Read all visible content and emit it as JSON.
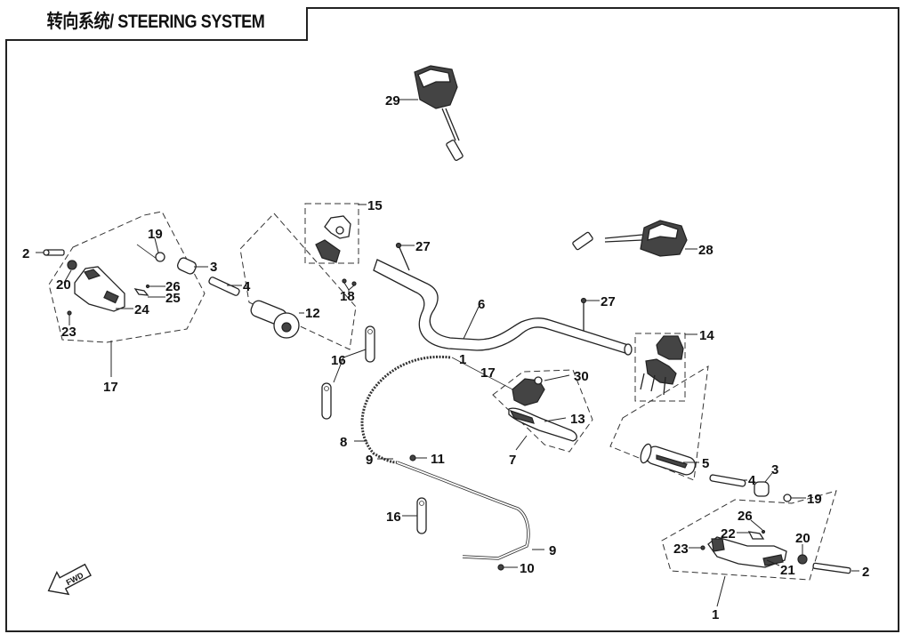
{
  "title": "转向系统/ STEERING SYSTEM",
  "direction_marker": "FWD",
  "colors": {
    "line": "#222222",
    "background": "#ffffff"
  },
  "callouts": [
    {
      "id": "c2-left",
      "text": "2"
    },
    {
      "id": "c19-left",
      "text": "19"
    },
    {
      "id": "c3-left",
      "text": "3"
    },
    {
      "id": "c20-left",
      "text": "20"
    },
    {
      "id": "c26-left",
      "text": "26"
    },
    {
      "id": "c25-left",
      "text": "25"
    },
    {
      "id": "c24-left",
      "text": "24"
    },
    {
      "id": "c23-left",
      "text": "23"
    },
    {
      "id": "c17-left",
      "text": "17"
    },
    {
      "id": "c4-left",
      "text": "4"
    },
    {
      "id": "c12",
      "text": "12"
    },
    {
      "id": "c15",
      "text": "15"
    },
    {
      "id": "c18",
      "text": "18"
    },
    {
      "id": "c16-top",
      "text": "16"
    },
    {
      "id": "c27-left",
      "text": "27"
    },
    {
      "id": "c29",
      "text": "29"
    },
    {
      "id": "c6",
      "text": "6"
    },
    {
      "id": "c27-right",
      "text": "27"
    },
    {
      "id": "c28",
      "text": "28"
    },
    {
      "id": "c14",
      "text": "14"
    },
    {
      "id": "c1-cable",
      "text": "1"
    },
    {
      "id": "c17-cable",
      "text": "17"
    },
    {
      "id": "c30",
      "text": "30"
    },
    {
      "id": "c13",
      "text": "13"
    },
    {
      "id": "c7",
      "text": "7"
    },
    {
      "id": "c8",
      "text": "8"
    },
    {
      "id": "c9-top",
      "text": "9"
    },
    {
      "id": "c11",
      "text": "11"
    },
    {
      "id": "c16-bottom",
      "text": "16"
    },
    {
      "id": "c9-bottom",
      "text": "9"
    },
    {
      "id": "c10",
      "text": "10"
    },
    {
      "id": "c5",
      "text": "5"
    },
    {
      "id": "c4-right",
      "text": "4"
    },
    {
      "id": "c3-right",
      "text": "3"
    },
    {
      "id": "c19-right",
      "text": "19"
    },
    {
      "id": "c26-right",
      "text": "26"
    },
    {
      "id": "c22",
      "text": "22"
    },
    {
      "id": "c23-right",
      "text": "23"
    },
    {
      "id": "c20-right",
      "text": "20"
    },
    {
      "id": "c21",
      "text": "21"
    },
    {
      "id": "c2-right",
      "text": "2"
    },
    {
      "id": "c1-right",
      "text": "1"
    }
  ]
}
